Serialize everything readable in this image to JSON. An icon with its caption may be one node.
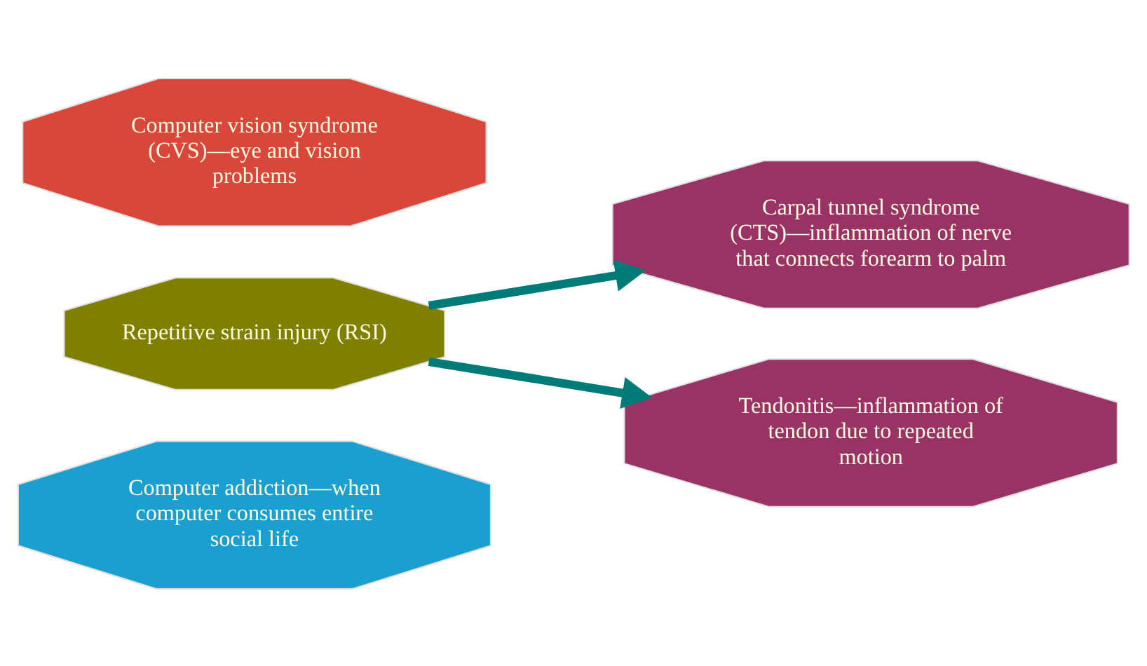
{
  "diagram": {
    "nodes": [
      {
        "text": [
          "Computer vision syndrome (CVS)—eye and vision problems"
        ]
      },
      {
        "text": [
          "Repetitive strain injury (RSI)"
        ]
      },
      {
        "text": [
          "Computer addiction—when computer consumes entire social life"
        ]
      },
      {
        "text": [
          "Carpal tunnel syndrome (CTS)—inflammation of nerve that connects forearm to palm"
        ]
      },
      {
        "text": [
          "Tendonitis—inflammation of tendon due to repeated motion"
        ]
      }
    ],
    "edges": [
      {
        "from": 1,
        "to": 3,
        "arrow": "to"
      },
      {
        "from": 1,
        "to": 4,
        "arrow": "to"
      }
    ]
  }
}
